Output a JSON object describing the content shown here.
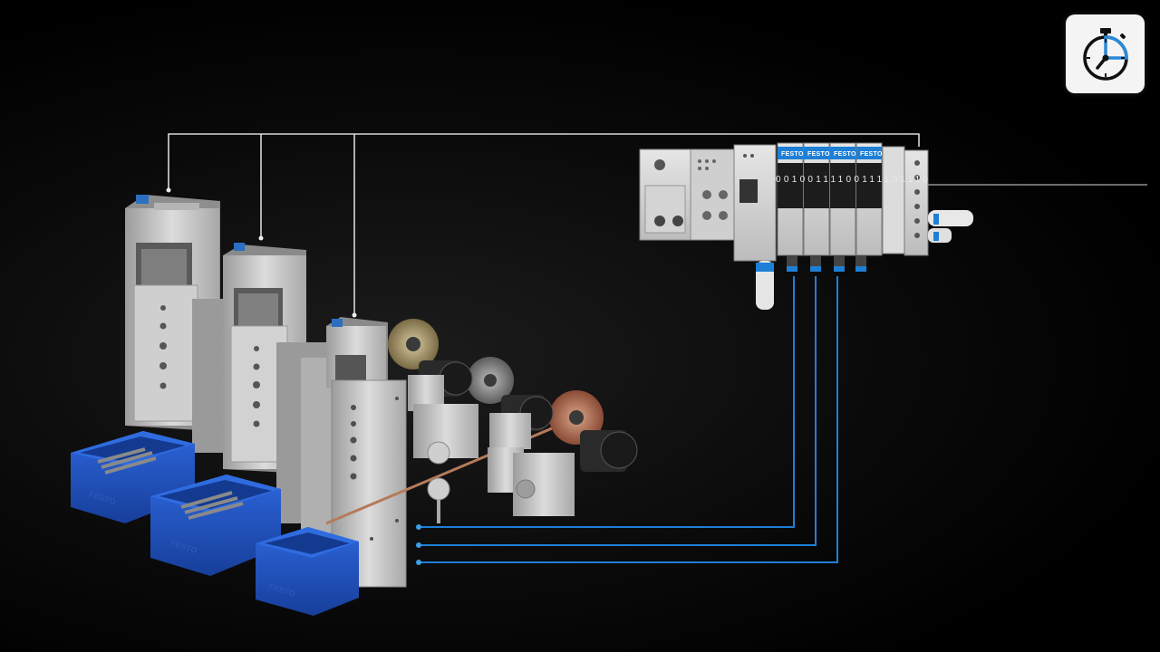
{
  "timer_button": {
    "icon": "stopwatch-icon"
  },
  "valve_terminal": {
    "brand_labels": [
      "FESTO",
      "FESTO",
      "FESTO",
      "FESTO"
    ],
    "bit_stream": "00100111100111101110"
  },
  "crates": {
    "label": "FESTO"
  },
  "colors": {
    "signal_line": "#1e7fd6",
    "bus_line": "#d8d8d8",
    "crate_blue": "#1f55c8",
    "accent_blue": "#3aa0e8"
  }
}
